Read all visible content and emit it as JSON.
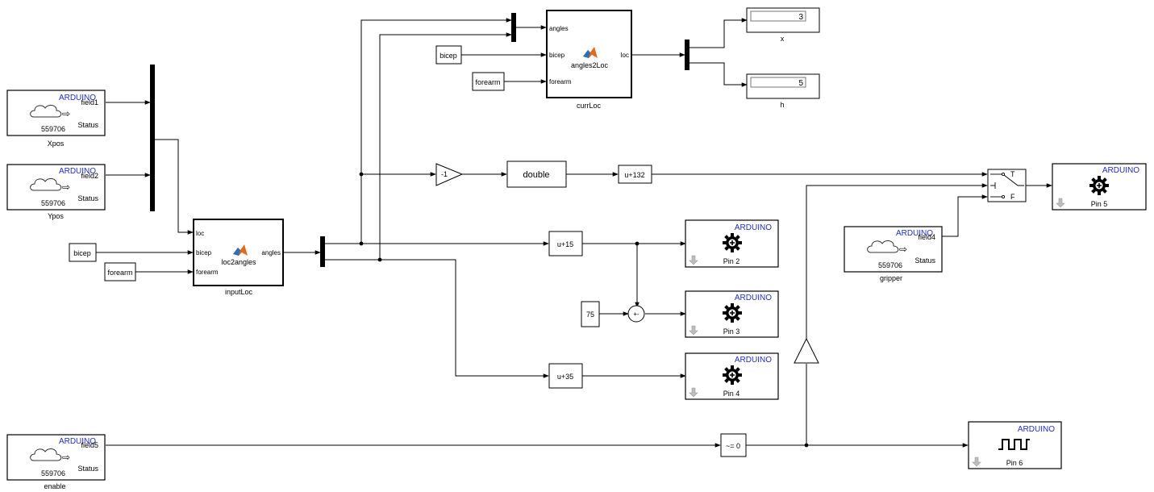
{
  "thingspeak_blocks": {
    "xpos": {
      "brand": "ARDUINO",
      "port": "field1",
      "status": "Status",
      "channel": "559706",
      "name": "Xpos"
    },
    "ypos": {
      "brand": "ARDUINO",
      "port": "field2",
      "status": "Status",
      "channel": "559706",
      "name": "Ypos"
    },
    "gripper": {
      "brand": "ARDUINO",
      "port": "field4",
      "status": "Status",
      "channel": "559706",
      "name": "gripper"
    },
    "enable": {
      "brand": "ARDUINO",
      "port": "field5",
      "status": "Status",
      "channel": "559706",
      "name": "enable"
    }
  },
  "constants": {
    "bicep_top": "bicep",
    "forearm_top": "forearm",
    "bicep_left": "bicep",
    "forearm_left": "forearm",
    "seventy_five": "75"
  },
  "fcn_blocks": {
    "curr_loc": {
      "title": "angles2Loc",
      "name": "currLoc",
      "in1": "angles",
      "in2": "bicep",
      "in3": "forearm",
      "out": "loc"
    },
    "input_loc": {
      "title": "loc2angles",
      "name": "inputLoc",
      "in1": "loc",
      "in2": "bicep",
      "in3": "forearm",
      "out": "angles"
    }
  },
  "displays": {
    "x": {
      "value": "3",
      "name": "x"
    },
    "h": {
      "value": "5",
      "name": "h"
    }
  },
  "math": {
    "gain": "-1",
    "convert": "double",
    "bias_132": "u+132",
    "bias_15": "u+15",
    "bias_35": "u+35",
    "compare": "~= 0",
    "sum_signs": "+-"
  },
  "switch": {
    "t": "T",
    "f": "F"
  },
  "servo_blocks": {
    "pin2": {
      "brand": "ARDUINO",
      "name": "Pin 2"
    },
    "pin3": {
      "brand": "ARDUINO",
      "name": "Pin 3"
    },
    "pin4": {
      "brand": "ARDUINO",
      "name": "Pin 4"
    },
    "pin5": {
      "brand": "ARDUINO",
      "name": "Pin 5"
    }
  },
  "pwm_block": {
    "brand": "ARDUINO",
    "name": "Pin 6"
  },
  "colors": {
    "brand": "#1f2fc4",
    "line": "#000000",
    "matlab": "#e06a1b"
  }
}
